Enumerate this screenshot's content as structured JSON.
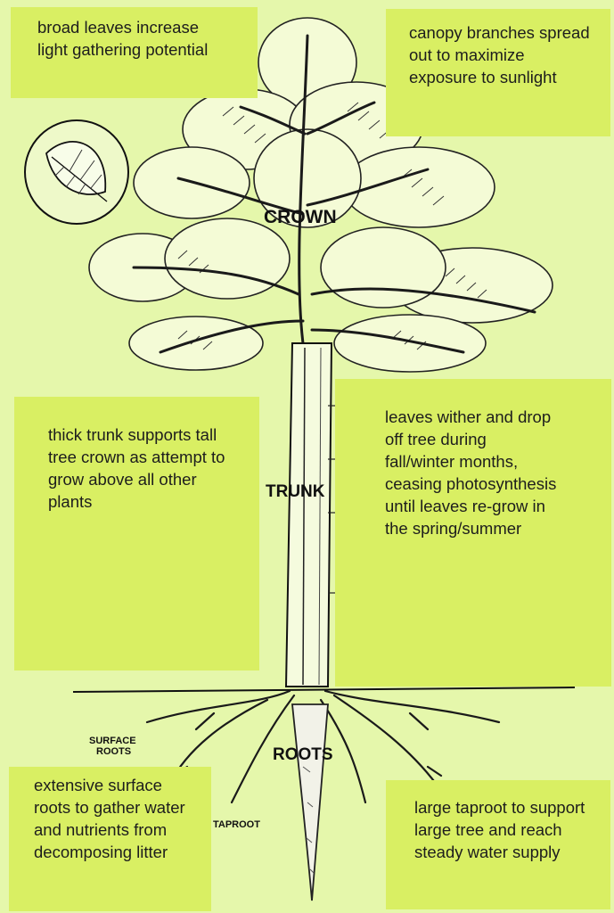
{
  "labels": {
    "crown": "CROWN",
    "trunk": "TRUNK",
    "roots": "ROOTS",
    "surface_roots_line1": "SURFACE",
    "surface_roots_line2": "ROOTS",
    "taproot": "TAPROOT"
  },
  "notes": {
    "broad_leaves": "broad leaves increase light gathering potential",
    "canopy": "canopy branches spread out to maximize exposure to sunlight",
    "thick_trunk": "thick trunk supports tall tree crown as attempt to grow above all other plants",
    "leaves_wither": "leaves wither and drop off tree during fall/winter months, ceasing photosynthesis until leaves re-grow in the spring/summer",
    "surface_roots": "extensive surface roots to gather water and nutrients from decomposing litter",
    "taproot": "large taproot to support large tree and reach steady water supply"
  },
  "colors": {
    "background": "#e5f7ab",
    "note_box": "#d9ef63",
    "ink": "#111111"
  },
  "icons": [
    "leaf-icon"
  ]
}
